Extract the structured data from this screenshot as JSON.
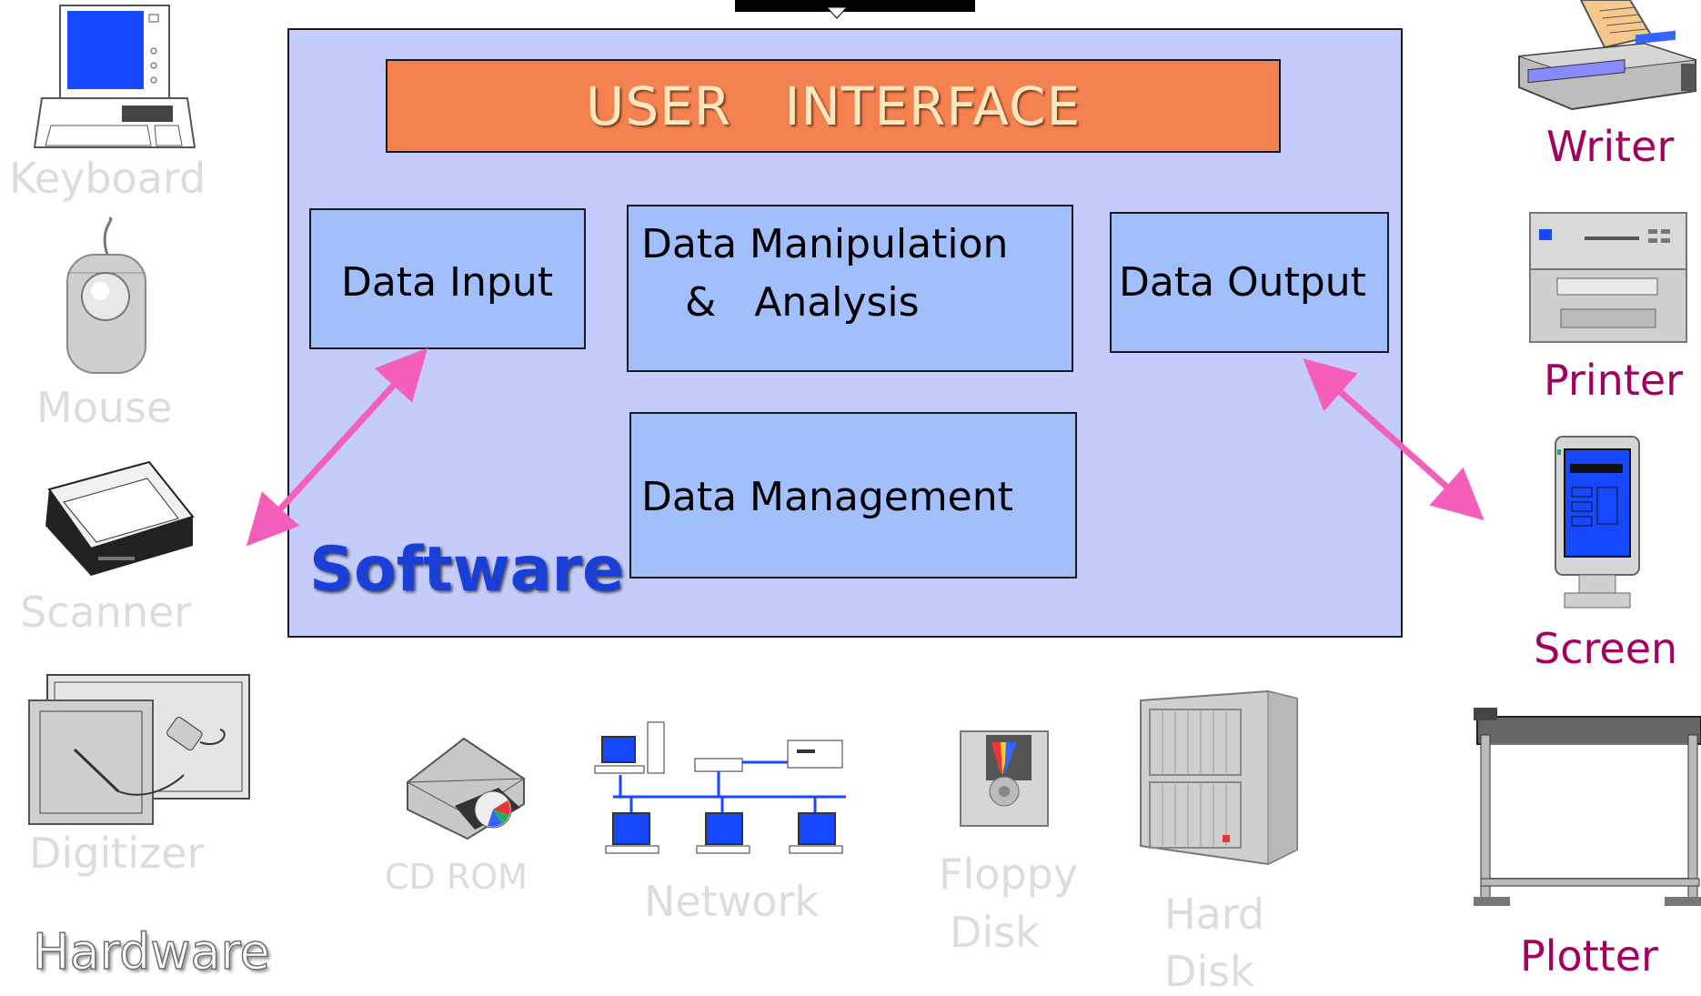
{
  "software": {
    "title": "Software",
    "user_interface": "USER   INTERFACE",
    "modules": {
      "data_input": "Data Input",
      "data_manipulation_line1": "Data Manipulation",
      "data_manipulation_line2": "&   Analysis",
      "data_output": "Data Output",
      "data_management": "Data Management"
    }
  },
  "hardware": {
    "title": "Hardware",
    "input_devices": [
      "Keyboard",
      "Mouse",
      "Scanner",
      "Digitizer"
    ],
    "storage_devices": {
      "cd_rom": "CD ROM",
      "network": "Network",
      "floppy_line1": "Floppy",
      "floppy_line2": "Disk",
      "hard_line1": "Hard",
      "hard_line2": "Disk"
    },
    "output_devices": [
      "Writer",
      "Printer",
      "Screen",
      "Plotter"
    ]
  },
  "colors": {
    "software_bg": "#c4ccfd",
    "module_bg": "#a1bffc",
    "ui_bar": "#f48150",
    "arrow": "#f55fbb",
    "output_label": "#a3005f",
    "faded_label": "#dcdcdc",
    "software_title": "#1a3fd6"
  },
  "icons": [
    "keyboard-icon",
    "mouse-icon",
    "scanner-icon",
    "digitizer-icon",
    "cd-rom-icon",
    "network-icon",
    "floppy-disk-icon",
    "hard-disk-icon",
    "writer-icon",
    "printer-icon",
    "screen-icon",
    "plotter-icon"
  ]
}
